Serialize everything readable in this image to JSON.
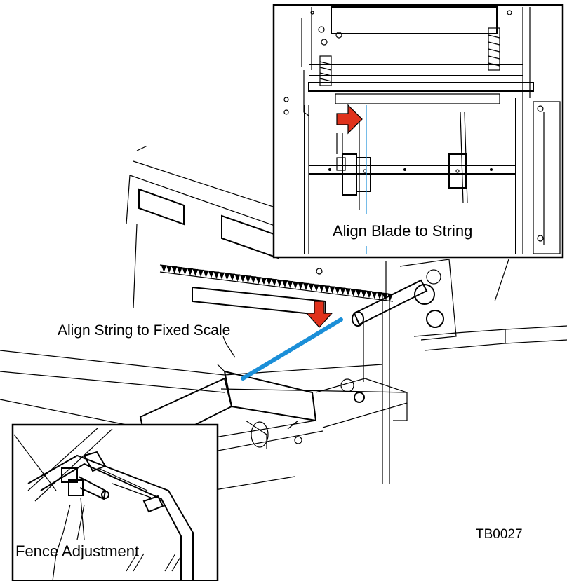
{
  "labels": {
    "inset_top": "Align Blade to String",
    "main_caption": "Align String to Fixed Scale",
    "inset_bottom": "Fence Adjustment",
    "figure_code": "TB0027"
  },
  "colors": {
    "arrow_red": "#e0321c",
    "string_blue": "#1b8fd8",
    "line": "#000000"
  }
}
